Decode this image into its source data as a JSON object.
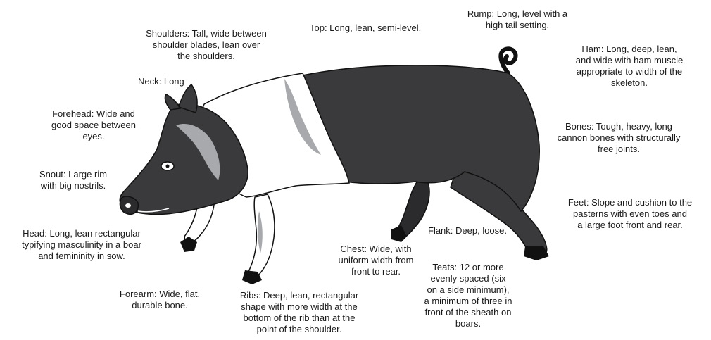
{
  "labels": {
    "shoulders": "Shoulders: Tall, wide between\nshoulder blades, lean over\nthe shoulders.",
    "top": "Top: Long, lean, semi-level.",
    "rump": "Rump: Long, level with a\nhigh tail setting.",
    "ham": "Ham: Long, deep, lean,\nand wide with ham muscle\nappropriate to width of the\nskeleton.",
    "neck": "Neck: Long",
    "forehead": "Forehead: Wide and\ngood space between\neyes.",
    "bones": "Bones: Tough, heavy, long\ncannon bones with structurally\nfree joints.",
    "snout": "Snout: Large rim\nwith big nostrils.",
    "feet": "Feet: Slope and cushion to the\npasterns with even toes and\na large foot front and rear.",
    "head": "Head: Long, lean rectangular\ntypifying masculinity in a boar\nand femininity in sow.",
    "flank": "Flank: Deep, loose.",
    "chest": "Chest: Wide, with\nuniform width from\nfront to rear.",
    "teats": "Teats: 12 or more\nevenly spaced (six\non a side minimum),\na minimum of three in\nfront of the sheath on\nboars.",
    "forearm": "Forearm: Wide, flat,\ndurable bone.",
    "ribs": "Ribs: Deep, lean, rectangular\nshape with more width at the\nbottom of the rib than at the\npoint of the shoulder."
  },
  "colors": {
    "body_black": "#3a3a3c",
    "belt_white": "#ffffff",
    "shading_gray": "#a7a9ac",
    "outline": "#111111"
  },
  "icons": {
    "pig": "pig-illustration"
  }
}
